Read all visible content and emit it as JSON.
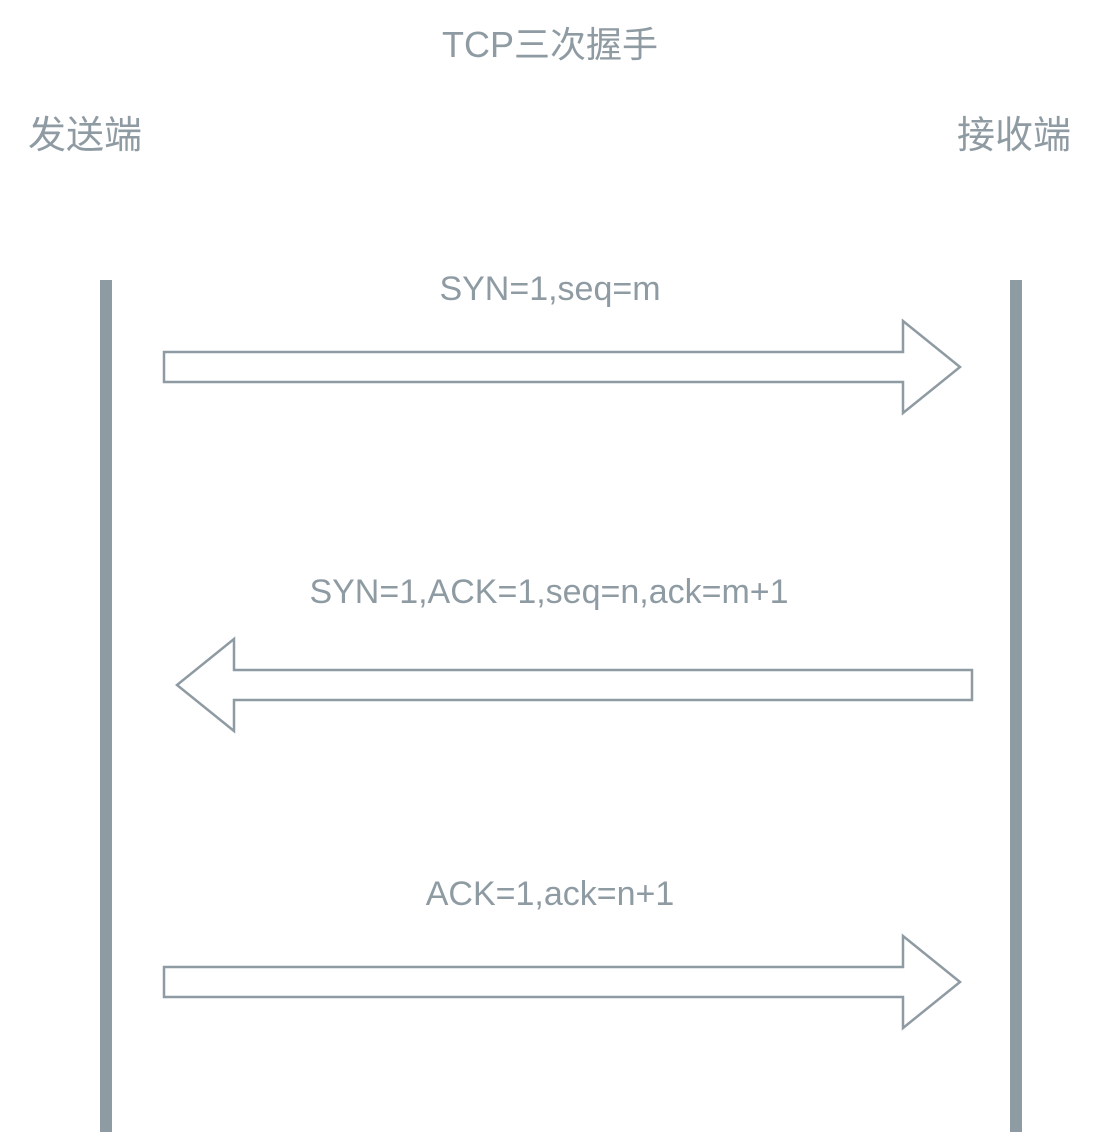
{
  "title": "TCP三次握手",
  "parties": {
    "sender": "发送端",
    "receiver": "接收端"
  },
  "messages": [
    {
      "label": "SYN=1,seq=m",
      "direction": "right"
    },
    {
      "label": "SYN=1,ACK=1,seq=n,ack=m+1",
      "direction": "left"
    },
    {
      "label": "ACK=1,ack=n+1",
      "direction": "right"
    }
  ],
  "colors": {
    "text": "#8f9ba3",
    "lifeline": "#8f9ba3",
    "arrow_stroke": "#8f9ba3",
    "arrow_fill": "#ffffff"
  }
}
